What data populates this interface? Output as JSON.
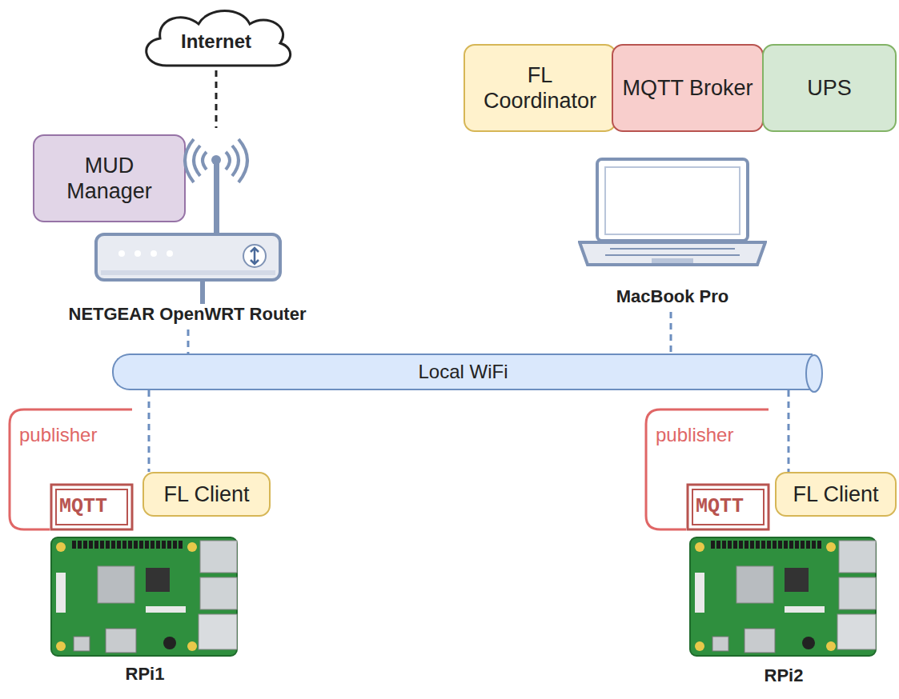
{
  "diagram": {
    "nodes": [
      {
        "text": [
          "Internet"
        ]
      },
      {
        "text": [
          "MUD Manager"
        ]
      },
      {
        "text": [
          "NETGEAR OpenWRT Router"
        ]
      },
      {
        "text": [
          "FL Coordinator"
        ]
      },
      {
        "text": [
          "MQTT Broker"
        ]
      },
      {
        "text": [
          "UPS"
        ]
      },
      {
        "text": [
          "MacBook Pro"
        ]
      },
      {
        "text": [
          "Local WiFi"
        ]
      },
      {
        "text": [
          "FL Client"
        ]
      },
      {
        "text": [
          "RPi1"
        ]
      },
      {
        "text": [
          "FL Client"
        ]
      },
      {
        "text": [
          "RPi2"
        ]
      }
    ],
    "edges": [
      {
        "from": 0,
        "to": 2,
        "arrow": "none"
      },
      {
        "from": 2,
        "to": 7,
        "arrow": "none"
      },
      {
        "from": 6,
        "to": 7,
        "arrow": "none"
      },
      {
        "from": 7,
        "to": 8,
        "arrow": "none"
      },
      {
        "from": 7,
        "to": 10,
        "arrow": "none"
      }
    ],
    "labels": [
      "publisher",
      "MQTT",
      "publisher",
      "MQTT"
    ]
  }
}
